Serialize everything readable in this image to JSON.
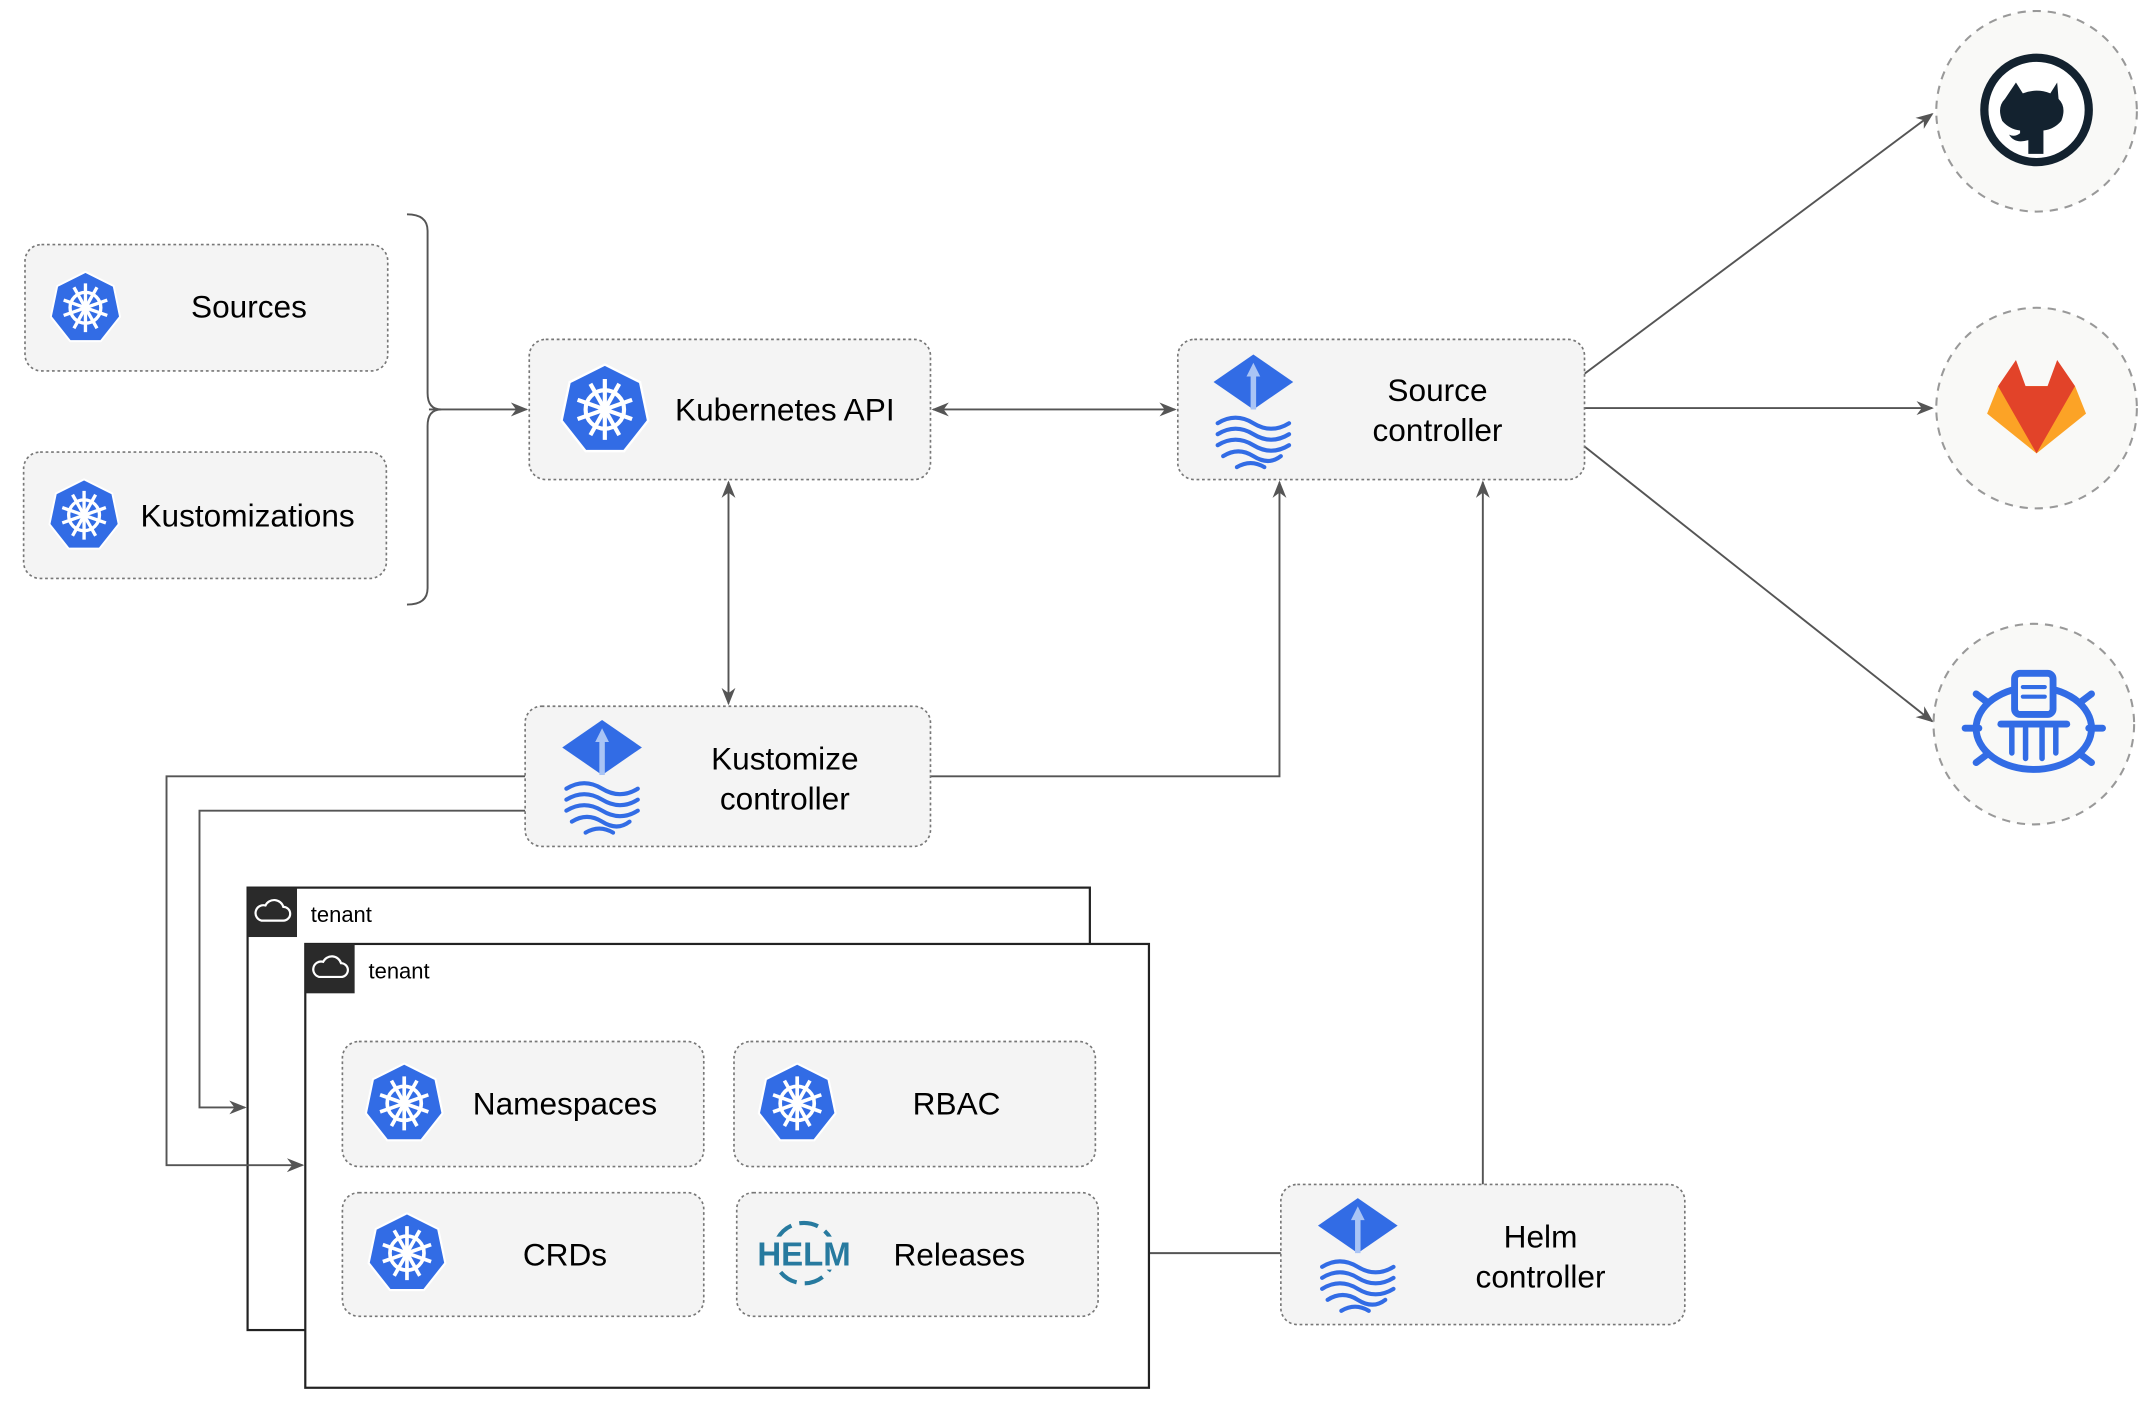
{
  "diagram": {
    "resources": {
      "sources": "Sources",
      "kustomizations": "Kustomizations"
    },
    "kubernetes_api": "Kubernetes API",
    "source_controller": {
      "line1": "Source",
      "line2": "controller"
    },
    "kustomize_controller": {
      "line1": "Kustomize",
      "line2": "controller"
    },
    "helm_controller": {
      "line1": "Helm",
      "line2": "controller"
    },
    "tenants": [
      {
        "label": "tenant"
      },
      {
        "label": "tenant",
        "items": [
          "Namespaces",
          "RBAC",
          "CRDs",
          "Releases"
        ]
      }
    ],
    "helm_logo_text": "HELM",
    "external_sources": [
      "github-icon",
      "gitlab-icon",
      "bucket-icon"
    ],
    "colors": {
      "kubernetes_blue": "#326ce5",
      "gitlab_orange": "#e24329",
      "github_dark": "#13222f",
      "helm_blue": "#277a9f"
    }
  }
}
